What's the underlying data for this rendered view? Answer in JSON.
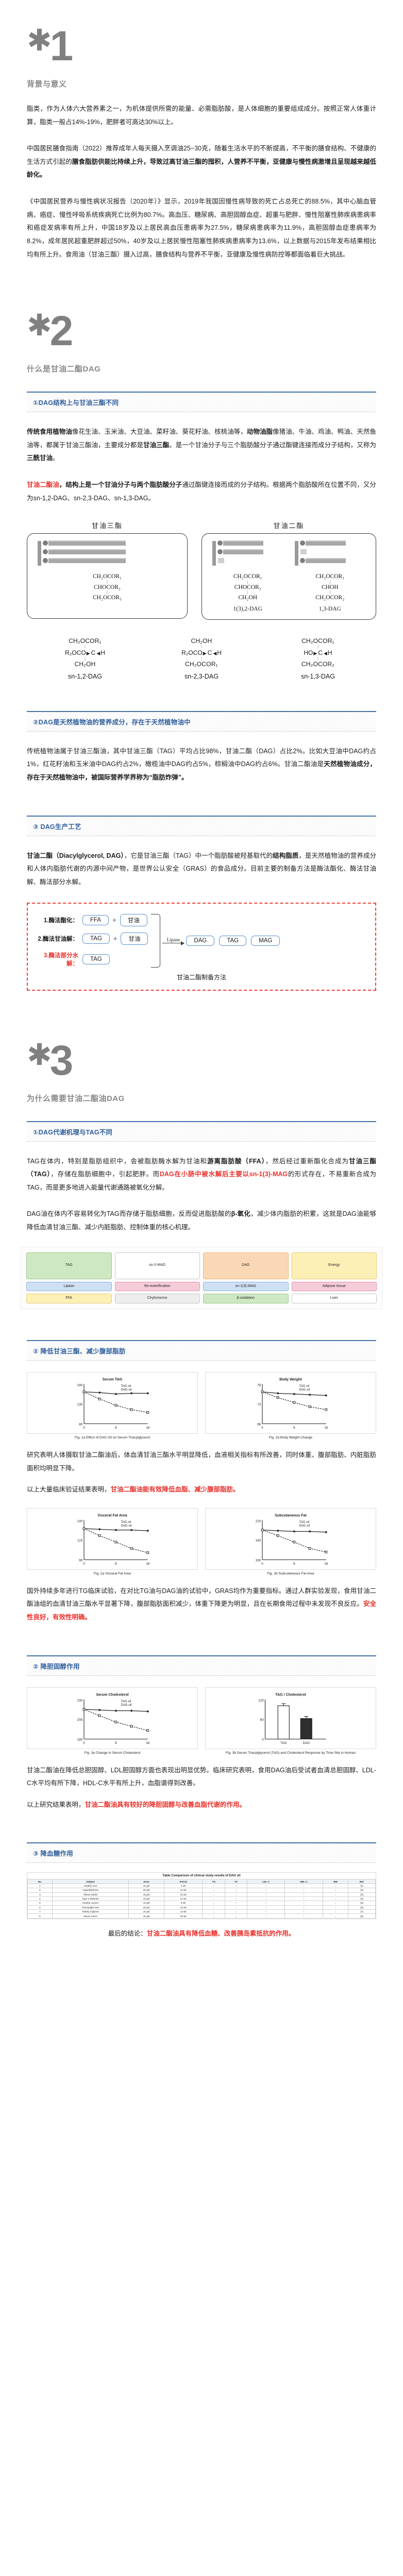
{
  "sections": [
    {
      "number": "1",
      "star": "✳",
      "title": "背景与意义",
      "paragraphs": [
        "脂类，作为人体六大营养素之一，为机体提供所需的能量、必需脂肪酸，是人体细胞的重要组成成分。按照正常人体重计算，脂类一般占14%-19%，肥胖者可高达30%以上。",
        "中国居民膳食指南（2022）推荐成年人每天摄入烹调油25~30克，随着生活水平的不断提高，不平衡的膳食结构、不健康的生活方式引起的膳食脂肪供能比持续上升，导致过高甘油三酯的囤积，人营养不平衡，亚健康与慢性病激增且呈现越来越低龄化。",
        "《中国居民营养与慢性病状况报告（2020年）》显示，2019年我国因慢性病导致的死亡占总死亡的88.5%，其中心脑血管病、癌症、慢性呼吸系统疾病死亡比例为80.7%。高血压、糖尿病、高胆固醇血症、超重与肥胖、慢性阻塞性肺疾病患病率和癌症发病率有所上升，中国18岁及以上居民高血压患病率为27.5%，糖尿病患病率为11.9%，高胆固醇血症患病率为8.2%，成年居民超重肥胖超过50%，40岁及以上居民慢性阻塞性肺疾病患病率为13.6%，以上数据与2015年发布结果相比均有所上升。食用油（甘油三酯）摄入过高，膳食结构与营养不平衡，亚健康及慢性病防控等都面临着巨大挑战。"
      ]
    },
    {
      "number": "2",
      "title": "什么是甘油二酯DAG"
    },
    {
      "number": "3",
      "title": "为什么需要甘油二酯油DAG"
    }
  ],
  "sec2": {
    "band1": "①DAG结构上与甘油三酯不同",
    "p1_a": "传统食用植物油",
    "p1_b": "像花生油、玉米油、大豆油、菜籽油、葵花籽油、核桃油等，",
    "p1_c": "动物油脂",
    "p1_d": "像猪油、牛油、鸡油、鸭油、天然鱼油等，都属于甘油三酯油，主要成分都是",
    "p1_e": "甘油三酯",
    "p1_f": "。是一个甘油分子与三个脂肪酸分子通过酯键连接而成分子结构，又称为",
    "p1_g": "三酰甘油",
    "p1_h": "。",
    "p2_a": "甘油二酯油",
    "p2_b": "，",
    "p2_c": "结构上是",
    "p2_d": "一个甘油分子",
    "p2_e": "与",
    "p2_f": "两个脂肪酸分子",
    "p2_g": "通过酯键连接而成的分子结构。根据两个脂肪酸所在位置不同，又分为sn-1,2-DAG、sn-2,3-DAG、sn-1,3-DAG。",
    "fig1": {
      "left_title": "甘油三酯",
      "right_title": "甘油二酯",
      "left_formula": [
        "CH₂OCOR₁",
        "CHOCOR₂",
        "CH₂OCOR₃"
      ],
      "right_formula_a": [
        "CH₂OCOR₁",
        "CHOCOR₂",
        "CH₂OH"
      ],
      "right_caption_a": "1(3),2-DAG",
      "right_formula_b": [
        "CH₂OCOR₁",
        "CHOH",
        "CH₂OCOR₂"
      ],
      "right_caption_b": "1,3-DAG"
    },
    "fig2": [
      {
        "top": "CH₂OCOR₁",
        "left": "R₂OCO",
        "right": "H",
        "bottom": "CH₂OH",
        "name": "sn-1,2-DAG"
      },
      {
        "top": "CH₂OH",
        "left": "R₂OCO",
        "right": "H",
        "bottom": "CH₂OCOR₁",
        "name": "sn-2,3-DAG"
      },
      {
        "top": "CH₂OCOR₁",
        "left": "HO",
        "right": "H",
        "bottom": "CH₂OCOR₂",
        "name": "sn-1,3-DAG"
      }
    ],
    "band2": "②DAG是天然植物油的营养成分，存在于天然植物油中",
    "p3_a": "传统植物油属于甘油三酯油，其中甘油三酯（TAG）平均占比98%，甘油二酯（DAG）占比2%。比如大豆油中DAG约占1%，红花籽油和玉米油中DAG约占2%，橄榄油中DAG约占5%，棕榈油中DAG约占6%。甘油二酯油是",
    "p3_b": "天然植物油成分，存在于天然植物油中，被国际营养学界称为“脂肪炸弹”。",
    "band3": "③ DAG生产工艺",
    "p4_a": "甘油二酯（Diacylglycerol, DAG）",
    "p4_b": "，它是甘油三酯（TAG）中一个脂肪酸被羟基取代的",
    "p4_c": "结构脂质",
    "p4_d": "，是天然植物油的营养成分和人体内脂肪代谢的内源中间产物，是世界公认安全（GRAS）的食品成分。目前主要的制备方法是酶法酯化、酶法甘油解、酶法部分水解。",
    "process": {
      "rows": [
        {
          "label": "1.酶法酯化：",
          "label_red": false,
          "items": [
            "FFA",
            "甘油"
          ]
        },
        {
          "label": "2.酶法甘油解：",
          "label_red": false,
          "items": [
            "TAG",
            "甘油"
          ]
        },
        {
          "label": "3.酶法部分水解：",
          "label_red": true,
          "items": [
            "TAG"
          ]
        }
      ],
      "catalyst": "Lipase",
      "outputs": [
        "DAG",
        "TAG",
        "MAG"
      ],
      "caption": "甘油二酯制备方法"
    }
  },
  "sec3": {
    "band1": "①DAG代谢机理与TAG不同",
    "p1_a": "TAG在体内，特别是脂肪组织中，会被脂肪酶水解为甘油和",
    "p1_b": "游离脂肪酸（FFA）",
    "p1_c": "，然后经过重新酯化合成为",
    "p1_d": "甘油三酯（TAG）",
    "p1_e": "，存储在脂肪细胞中，引起肥胖。而",
    "p1_f": "DAG在小肠中被水解后主要以sn-1(3)-MAG",
    "p1_g": "的形式存在，不易重新合成为TAG，而是更多地进入能量代谢通路被氧化分解。",
    "p2_a": "DAG油在体内不容易转化为TAG而存储于脂肪细胞，反而促进脂肪酸的",
    "p2_b": "β-氧化",
    "p2_c": "，减少体内脂肪的积累，这就是DAG油能够降低血清甘油三酯、减少内脏脂肪、控制体重的核心机理。",
    "band2": "② 降低甘油三酯、减少腹部脂肪",
    "p3": "研究表明人体摄取甘油二酯油后，体血清甘油三酯水平明显降低，血液相关指标有所改善，同时体重、腹部脂肪、内脏脂肪面积均明显下降。",
    "p4_a": "以上大量临床验证结果表明，",
    "p4_b": "甘油二酯油能有效降低血脂、减少腹部脂肪。",
    "fig_caption_1": "Fig. 1a  Effect of DAG Oil on Serum Triacylglycerol",
    "fig_caption_2": "Fig. 1b  Body Weight Change",
    "fig_caption_3": "Fig. 2a  Visceral Fat Area",
    "fig_caption_4": "Fig. 2b  Subcutaneous Fat Area",
    "p5": "国外持续多年进行TG临床试验，在对比TG油与DAG油的试验中，GRAS均作为重要指标。通过人群实验发现，食用甘油二酯油组的血清甘油三酯水平显著下降，腹部脂肪面积减少，体重下降更为明显，且在长期食用过程中未发现不良反应。",
    "p5_hl": "安全性良好，有效性明确。",
    "band3": "② 降胆固醇作用",
    "p6": "甘油二酯油在降低总胆固醇、LDL胆固醇方面也表现出明显优势。临床研究表明，食用DAG油后受试者血清总胆固醇、LDL-C水平均有所下降，HDL-C水平有所上升，血脂谱得到改善。",
    "p7_a": "以上研究结果表明，",
    "p7_b": "甘油二酯油具有较好的降胆固醇与改善血脂代谢的作用。",
    "fig_caption_5": "Fig. 3a  Change in Serum Cholesterol",
    "fig_caption_6": "Fig. 3b  Serum Triacylglycerol (TAG) and Cholesterol Response by Time Site in Human",
    "band4": "③ 降血糖作用",
    "p8_a": "最后的结论：",
    "p8_b": "甘油二酯油具有降低血糖、改善胰岛素抵抗的作用。"
  },
  "table": {
    "title": "Table  Comparison of clinical study results of DAG oil",
    "headers": [
      "No.",
      "Subject",
      "Dose",
      "Period",
      "TG",
      "TC",
      "LDL-C",
      "HDL-C",
      "BW",
      "Ref."
    ],
    "rows": [
      [
        "1",
        "Healthy men",
        "10 g/d",
        "4 wk",
        "↓",
        "–",
        "–",
        "↑",
        "↓",
        "[1]"
      ],
      [
        "2",
        "Hyperlipidemia",
        "20 g/d",
        "12 wk",
        "↓",
        "↓",
        "↓",
        "↑",
        "↓",
        "[2]"
      ],
      [
        "3",
        "Obese adults",
        "15 g/d",
        "16 wk",
        "↓",
        "↓",
        "–",
        "–",
        "↓",
        "[3]"
      ],
      [
        "4",
        "Type 2 diabetes",
        "10 g/d",
        "12 wk",
        "↓",
        "–",
        "↓",
        "↑",
        "↓",
        "[4]"
      ],
      [
        "5",
        "Healthy women",
        "10 g/d",
        "8 wk",
        "↓",
        "–",
        "–",
        "–",
        "↓",
        "[5]"
      ],
      [
        "6",
        "Overweight men",
        "20 g/d",
        "24 wk",
        "↓",
        "↓",
        "↓",
        "↑",
        "↓",
        "[6]"
      ],
      [
        "7",
        "Elderly subjects",
        "10 g/d",
        "12 wk",
        "↓",
        "↓",
        "–",
        "↑",
        "↓",
        "[7]"
      ],
      [
        "8",
        "Mixed cohort",
        "15 g/d",
        "20 wk",
        "↓",
        "↓",
        "↓",
        "↑",
        "↓",
        "[8]"
      ]
    ]
  },
  "chart_data": [
    {
      "type": "line",
      "title": "Fig 1a  Serum Triacylglycerol",
      "xlabel": "Time (weeks)",
      "ylabel": "Serum TAG (mg/dL)",
      "x": [
        0,
        4,
        8,
        12,
        16
      ],
      "xlim": [
        0,
        16
      ],
      "ylim": [
        80,
        180
      ],
      "series": [
        {
          "name": "TAG oil",
          "values": [
            160,
            158,
            155,
            157,
            156
          ]
        },
        {
          "name": "DAG oil",
          "values": [
            160,
            142,
            128,
            118,
            112
          ]
        }
      ],
      "legend": "top-right",
      "grid": false
    },
    {
      "type": "line",
      "title": "Fig 1b  Body Weight Change",
      "xlabel": "Time (weeks)",
      "ylabel": "Body weight (kg)",
      "x": [
        0,
        4,
        8,
        12,
        16
      ],
      "xlim": [
        0,
        16
      ],
      "ylim": [
        68,
        78
      ],
      "series": [
        {
          "name": "TAG oil",
          "values": [
            76,
            75.6,
            75.4,
            75.2,
            75.1
          ]
        },
        {
          "name": "DAG oil",
          "values": [
            76,
            74.5,
            73.2,
            72.1,
            71.4
          ]
        }
      ],
      "legend": "top-right",
      "grid": false
    },
    {
      "type": "line",
      "title": "Fig 2a  Visceral Fat Area",
      "xlabel": "Time (weeks)",
      "ylabel": "Visceral fat (cm²)",
      "x": [
        0,
        4,
        8,
        12,
        16
      ],
      "xlim": [
        0,
        16
      ],
      "ylim": [
        90,
        140
      ],
      "series": [
        {
          "name": "TAG oil",
          "values": [
            130,
            129,
            128,
            128,
            127
          ]
        },
        {
          "name": "DAG oil",
          "values": [
            130,
            121,
            112,
            104,
            99
          ]
        }
      ],
      "legend": "top-right",
      "grid": false
    },
    {
      "type": "line",
      "title": "Fig 2b  Subcutaneous Fat Area",
      "xlabel": "Time (weeks)",
      "ylabel": "Subcut. fat (cm²)",
      "x": [
        0,
        4,
        8,
        12,
        16
      ],
      "xlim": [
        0,
        16
      ],
      "ylim": [
        160,
        220
      ],
      "series": [
        {
          "name": "TAG oil",
          "values": [
            205,
            204,
            203,
            203,
            202
          ]
        },
        {
          "name": "DAG oil",
          "values": [
            205,
            196,
            186,
            176,
            170
          ]
        }
      ],
      "legend": "top-right",
      "grid": false
    },
    {
      "type": "line",
      "title": "Fig 3a  Change in Serum Cholesterol",
      "xlabel": "Time (weeks)",
      "ylabel": "Total cholesterol (mg/dL)",
      "x": [
        0,
        4,
        8,
        12,
        16
      ],
      "xlim": [
        0,
        16
      ],
      "ylim": [
        180,
        230
      ],
      "series": [
        {
          "name": "TAG oil",
          "values": [
            218,
            217,
            216,
            216,
            215
          ]
        },
        {
          "name": "DAG oil",
          "values": [
            218,
            210,
            202,
            196,
            191
          ]
        }
      ],
      "legend": "top-right",
      "grid": false
    },
    {
      "type": "bar",
      "title": "Fig 3b  Serum TAG & Cholesterol Response",
      "xlabel": "Group",
      "ylabel": "Response (%)",
      "categories": [
        "TAG",
        "DAG"
      ],
      "values": [
        100,
        62
      ],
      "ylim": [
        0,
        120
      ],
      "grid": false
    }
  ]
}
